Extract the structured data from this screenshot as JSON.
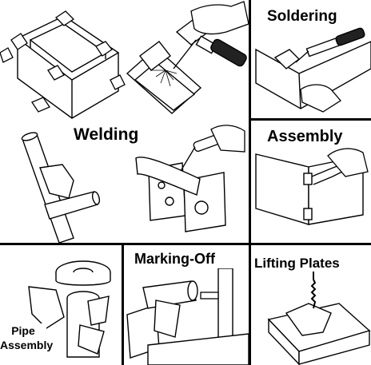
{
  "labels": {
    "soldering": "Soldering",
    "welding": "Welding",
    "assembly": "Assembly",
    "marking_off": "Marking-Off",
    "lifting_plates": "Lifting Plates",
    "pipe_assembly_line1": "Pipe",
    "pipe_assembly_line2": "Assembly"
  },
  "colors": {
    "ink": "#000000",
    "paper": "#ffffff",
    "shade": "#cccccc"
  },
  "icons": [
    "magnetic-square-icon",
    "pipe-icon",
    "welding-torch-icon",
    "soldering-iron-icon",
    "hand-icon",
    "clamp-icon"
  ]
}
